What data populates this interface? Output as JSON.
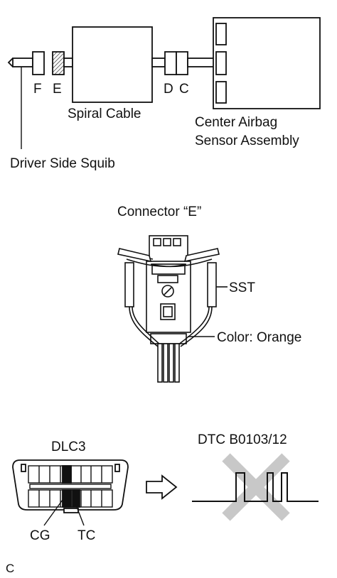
{
  "labels": {
    "F": "F",
    "E": "E",
    "D": "D",
    "C": "C",
    "spiral_cable": "Spiral Cable",
    "center_airbag_1": "Center Airbag",
    "center_airbag_2": "Sensor Assembly",
    "driver_squib": "Driver Side Squib",
    "connector_e": "Connector “E”",
    "sst": "SST",
    "color": "Color: Orange",
    "dlc3": "DLC3",
    "dtc": "DTC B0103/12",
    "cg": "CG",
    "tc": "TC",
    "corner": "C"
  },
  "colors": {
    "line": "#111111",
    "cross": "#c8c8c8",
    "hatch": "#555555"
  }
}
